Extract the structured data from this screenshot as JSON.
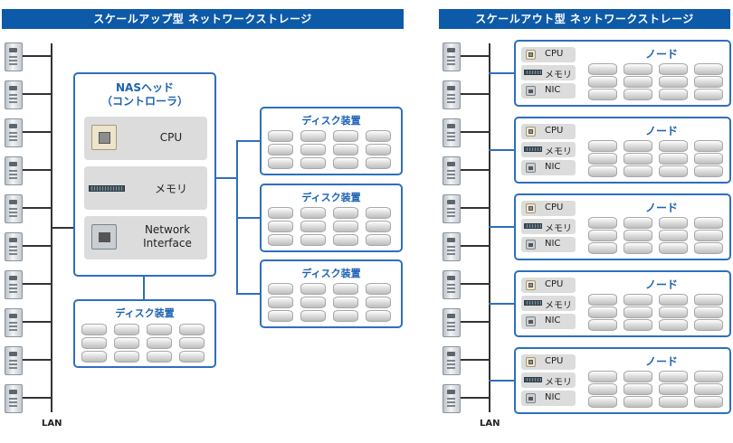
{
  "left": {
    "title": "スケールアップ型 ネットワークストレージ",
    "lan": "LAN",
    "head": {
      "title_line1": "NASヘッド",
      "title_line2": "（コントローラ）",
      "cpu": "CPU",
      "memory": "メモリ",
      "nic_line1": "Network",
      "nic_line2": "Interface"
    },
    "internal_disk": "ディスク装置",
    "external_disks": [
      "ディスク装置",
      "ディスク装置",
      "ディスク装置"
    ]
  },
  "right": {
    "title": "スケールアウト型 ネットワークストレージ",
    "lan": "LAN",
    "nodes": [
      {
        "title": "ノード",
        "cpu": "CPU",
        "memory": "メモリ",
        "nic": "NIC"
      },
      {
        "title": "ノード",
        "cpu": "CPU",
        "memory": "メモリ",
        "nic": "NIC"
      },
      {
        "title": "ノード",
        "cpu": "CPU",
        "memory": "メモリ",
        "nic": "NIC"
      },
      {
        "title": "ノード",
        "cpu": "CPU",
        "memory": "メモリ",
        "nic": "NIC"
      },
      {
        "title": "ノード",
        "cpu": "CPU",
        "memory": "メモリ",
        "nic": "NIC"
      }
    ]
  },
  "colors": {
    "banner": "#0d5aa8",
    "border": "#2d6fc0",
    "title_text": "#1d62b3",
    "component_bg": "#dcdcdc"
  },
  "icons": [
    "server-icon",
    "cpu-chip-icon",
    "memory-module-icon",
    "network-port-icon",
    "disk-icon"
  ]
}
